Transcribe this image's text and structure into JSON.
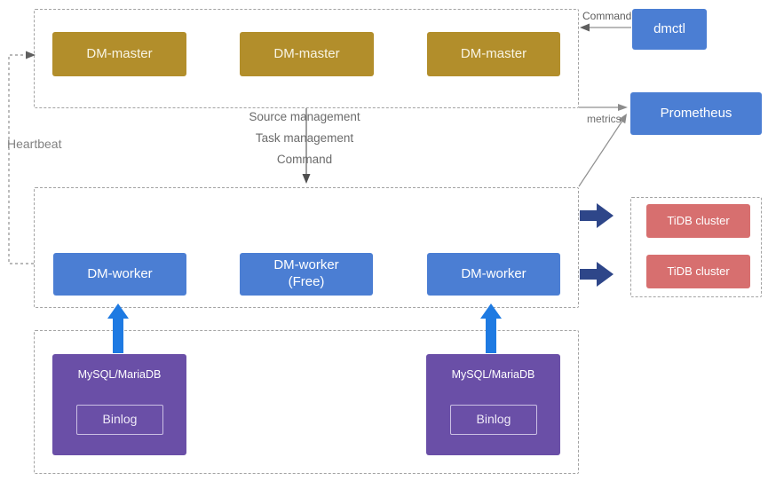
{
  "colors": {
    "master_gold": "#b28e2b",
    "node_blue": "#4b7ed3",
    "tidb_red": "#d76f6f",
    "mysql_purple": "#6a4fa7",
    "fat_arrow_navy": "#2e4689",
    "binlog_arrow_blue": "#1e7ae2",
    "dashed_border_gray": "#a3a3a3",
    "label_gray": "#6e6e6e"
  },
  "nodes": {
    "masters": [
      {
        "label": "DM-master"
      },
      {
        "label": "DM-master"
      },
      {
        "label": "DM-master"
      }
    ],
    "dmctl": {
      "label": "dmctl"
    },
    "prometheus": {
      "label": "Prometheus"
    },
    "workers": [
      {
        "line1": "DM-worker",
        "line2": ""
      },
      {
        "line1": "DM-worker",
        "line2": "(Free)"
      },
      {
        "line1": "DM-worker",
        "line2": ""
      }
    ],
    "tidb_clusters": [
      {
        "label": "TiDB cluster"
      },
      {
        "label": "TiDB cluster"
      }
    ],
    "sources": [
      {
        "label": "MySQL/MariaDB",
        "binlog": "Binlog"
      },
      {
        "label": "MySQL/MariaDB",
        "binlog": "Binlog"
      }
    ]
  },
  "labels": {
    "heartbeat": "Heartbeat",
    "dmctl_command": "Command",
    "metrics": "metrics",
    "channel": {
      "line1": "Source management",
      "line2": "Task management",
      "line3": "Command"
    }
  }
}
